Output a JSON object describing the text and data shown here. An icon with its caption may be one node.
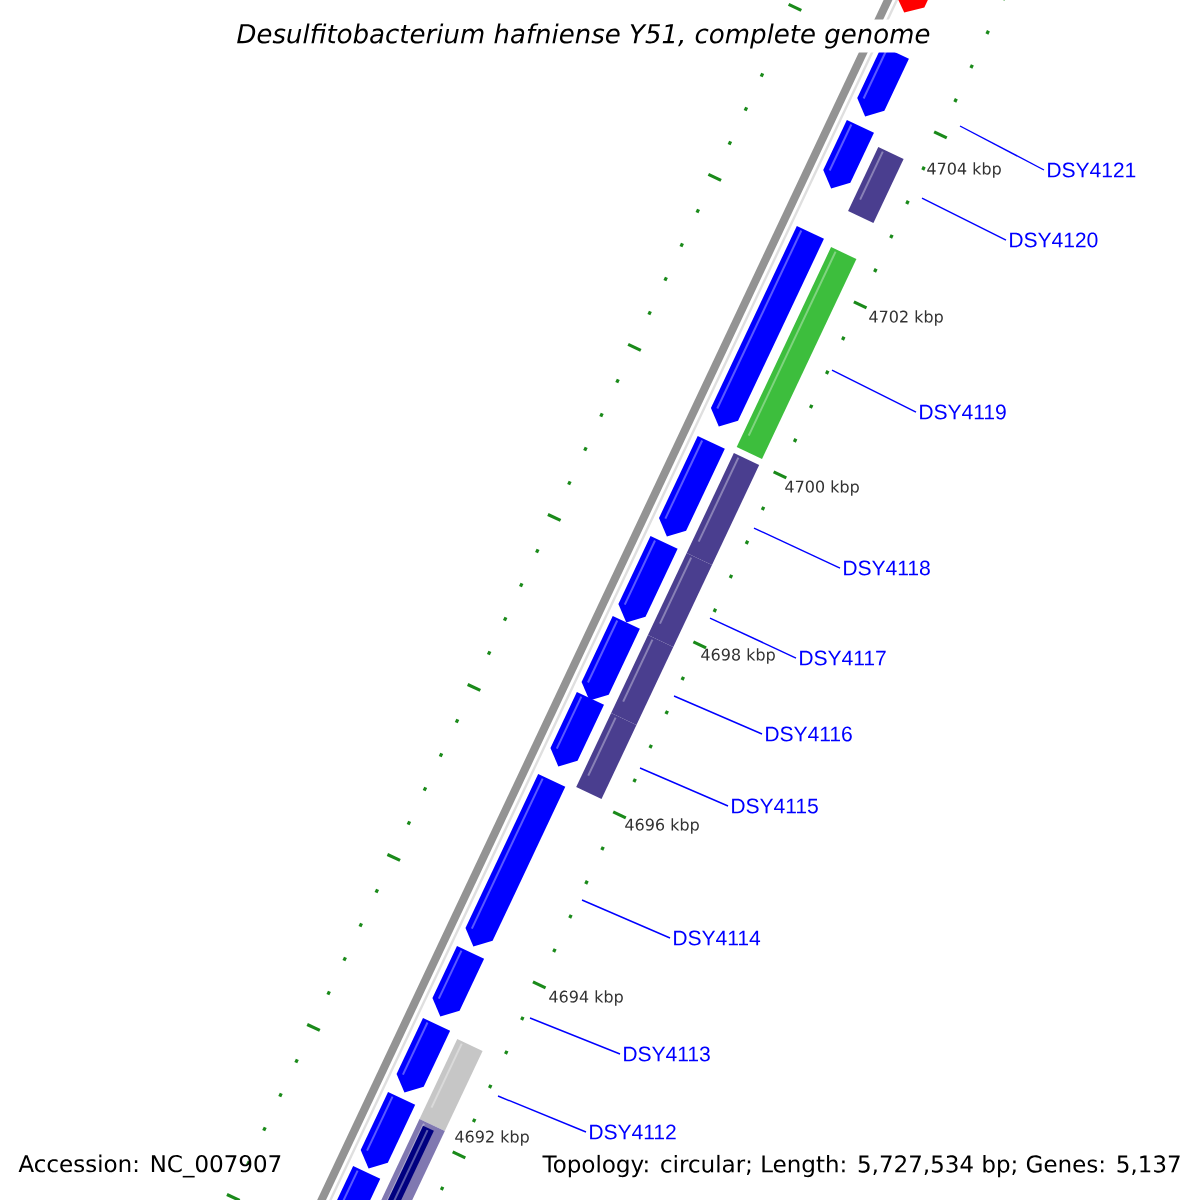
{
  "diagram": {
    "title": "Desulfitobacterium hafniense Y51, complete genome",
    "nodes": [
      {
        "text": [
          "DSY4121"
        ]
      },
      {
        "text": [
          "DSY4120"
        ]
      },
      {
        "text": [
          "DSY4119"
        ]
      },
      {
        "text": [
          "DSY4118"
        ]
      },
      {
        "text": [
          "DSY4117"
        ]
      },
      {
        "text": [
          "DSY4116"
        ]
      },
      {
        "text": [
          "DSY4115"
        ]
      },
      {
        "text": [
          "DSY4114"
        ]
      },
      {
        "text": [
          "DSY4113"
        ]
      },
      {
        "text": [
          "DSY4112"
        ]
      }
    ],
    "edges": [
      {
        "from": 0,
        "to": null,
        "arrow": "none"
      },
      {
        "from": 1,
        "to": null,
        "arrow": "none"
      },
      {
        "from": 2,
        "to": null,
        "arrow": "none"
      },
      {
        "from": 3,
        "to": null,
        "arrow": "none"
      },
      {
        "from": 4,
        "to": null,
        "arrow": "none"
      },
      {
        "from": 5,
        "to": null,
        "arrow": "none"
      },
      {
        "from": 6,
        "to": null,
        "arrow": "none"
      },
      {
        "from": 7,
        "to": null,
        "arrow": "none"
      },
      {
        "from": 8,
        "to": null,
        "arrow": "none"
      },
      {
        "from": 9,
        "to": null,
        "arrow": "none"
      }
    ],
    "labels": [
      "4704 kbp",
      "4702 kbp",
      "4700 kbp",
      "4698 kbp",
      "4696 kbp",
      "4694 kbp",
      "4692 kbp",
      "Accession: NC_007907",
      "Topology: circular; Length: 5,727,534 bp; Genes: 5,137"
    ]
  }
}
